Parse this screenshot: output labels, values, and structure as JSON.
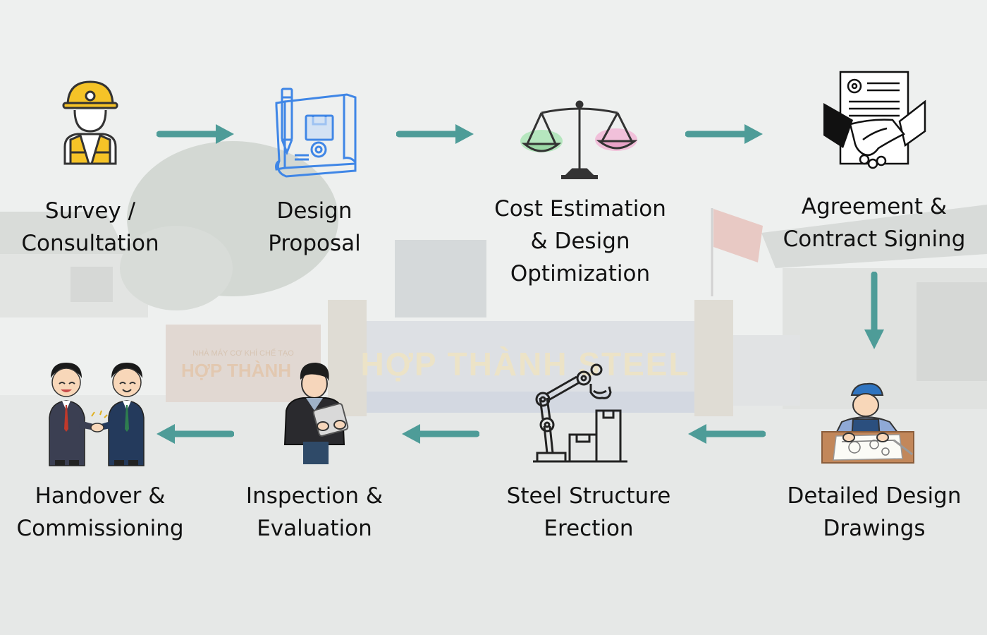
{
  "colors": {
    "arrow": "#4e9c98",
    "background": "#eef0ef"
  },
  "steps": [
    {
      "id": "survey",
      "icon": "engineer-icon",
      "line1": "Survey /",
      "line2": "Consultation"
    },
    {
      "id": "design",
      "icon": "blueprint-icon",
      "line1": "Design",
      "line2": "Proposal"
    },
    {
      "id": "cost",
      "icon": "scale-icon",
      "line1": "Cost Estimation",
      "line2": "& Design",
      "line3": "Optimization"
    },
    {
      "id": "agreement",
      "icon": "handshake-contract-icon",
      "line1": "Agreement &",
      "line2": "Contract Signing"
    },
    {
      "id": "drawings",
      "icon": "drafter-icon",
      "line1": "Detailed Design",
      "line2": "Drawings"
    },
    {
      "id": "erection",
      "icon": "robot-arm-icon",
      "line1": "Steel Structure",
      "line2": "Erection"
    },
    {
      "id": "inspection",
      "icon": "inspector-icon",
      "line1": "Inspection &",
      "line2": "Evaluation"
    },
    {
      "id": "handover",
      "icon": "handshake-people-icon",
      "line1": "Handover &",
      "line2": "Commissioning"
    }
  ],
  "background_text": {
    "gate_sign": "HỢP THÀNH STEEL",
    "board_sign": "HỢP THÀNH",
    "board_subtitle": "NHÀ MÁY CƠ KHÍ CHẾ TẠO"
  }
}
